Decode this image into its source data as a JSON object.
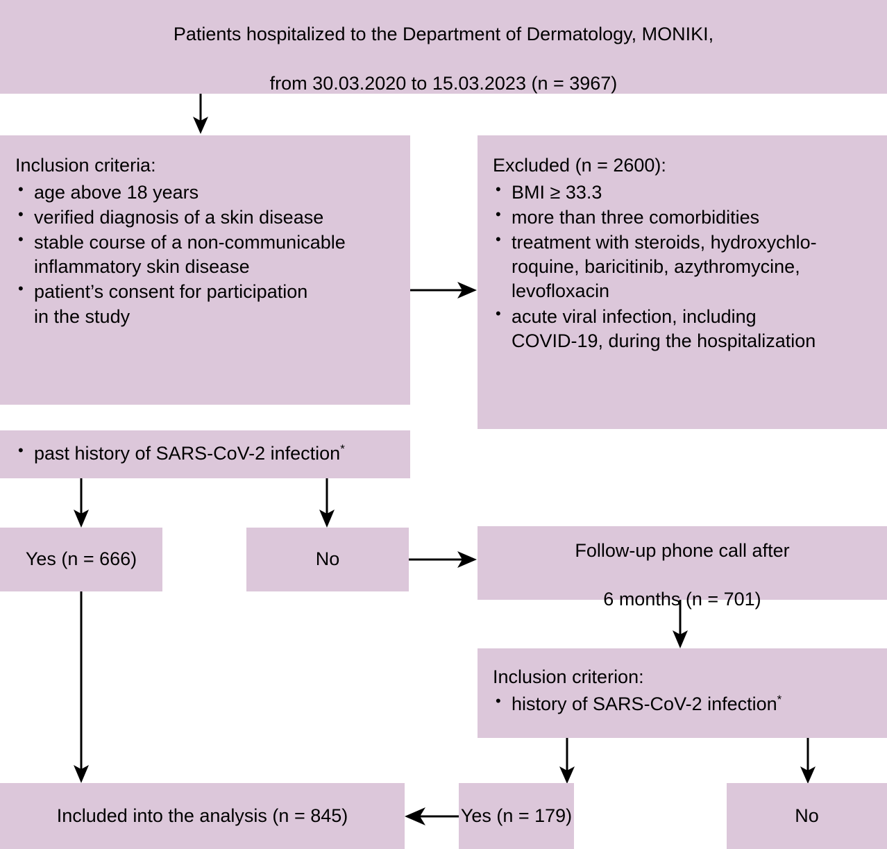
{
  "theme": {
    "box_fill": "#DCC7DA",
    "background": "#FFFFFF",
    "text_color": "#000000",
    "arrow_color": "#000000"
  },
  "diagram": {
    "type": "flowchart",
    "title": "Patient selection flow diagram",
    "nodes": {
      "top": {
        "line1": "Patients hospitalized to the Department of Dermatology, MONIKI,",
        "line2": "from 30.03.2020 to 15.03.2023 (n = 3967)"
      },
      "inclusion": {
        "heading": "Inclusion criteria:",
        "items": [
          "age above 18 years",
          "verified diagnosis of a skin disease",
          "stable course of a non-communicable\ninflammatory skin disease",
          "patient’s consent for participation\nin the study"
        ]
      },
      "excluded": {
        "heading": "Excluded (n = 2600):",
        "items": [
          "BMI ≥ 33.3",
          "more than three comorbidities",
          "treatment with steroids, hydroxychlo-\nroquine, baricitinib, azythromycine,\nlevofloxacin",
          "acute viral infection, including\nCOVID-19, during the hospitalization"
        ]
      },
      "past_history": {
        "item": "past history of SARS-CoV-2 infection",
        "marker": "*"
      },
      "yes_666": "Yes (n = 666)",
      "no_mid": "No",
      "followup": {
        "line1": "Follow-up phone call after",
        "line2": "6 months (n = 701)"
      },
      "inclusion_criterion": {
        "heading": "Inclusion criterion:",
        "item": "history of SARS-CoV-2 infection",
        "marker": "*"
      },
      "included": "Included into the analysis (n = 845)",
      "yes_179": "Yes (n = 179)",
      "no_bottom": "No"
    },
    "counts": {
      "total_hospitalized": 3967,
      "excluded": 2600,
      "past_infection_yes": 666,
      "followup_calls": 701,
      "followup_yes": 179,
      "included_in_analysis": 845
    },
    "edges": [
      {
        "from": "top",
        "to": "inclusion",
        "direction": "down"
      },
      {
        "from": "inclusion",
        "to": "excluded",
        "direction": "right"
      },
      {
        "from": "past_history",
        "to": "yes_666",
        "direction": "down"
      },
      {
        "from": "past_history",
        "to": "no_mid",
        "direction": "down"
      },
      {
        "from": "no_mid",
        "to": "followup",
        "direction": "right"
      },
      {
        "from": "followup",
        "to": "inclusion_criterion",
        "direction": "down"
      },
      {
        "from": "yes_666",
        "to": "included",
        "direction": "down"
      },
      {
        "from": "inclusion_criterion",
        "to": "yes_179",
        "direction": "down"
      },
      {
        "from": "inclusion_criterion",
        "to": "no_bottom",
        "direction": "down"
      },
      {
        "from": "yes_179",
        "to": "included",
        "direction": "left"
      }
    ]
  }
}
